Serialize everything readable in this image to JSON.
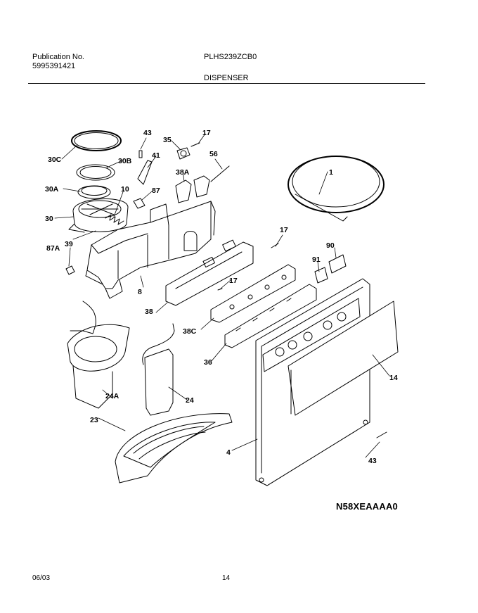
{
  "header": {
    "publication_label": "Publication No.",
    "publication_number": "5995391421",
    "model": "PLHS239ZCB0",
    "section_title": "DISPENSER"
  },
  "parts": [
    {
      "id": "30C",
      "label": "30C"
    },
    {
      "id": "30B",
      "label": "30B"
    },
    {
      "id": "30A",
      "label": "30A"
    },
    {
      "id": "30",
      "label": "30"
    },
    {
      "id": "43",
      "label": "43"
    },
    {
      "id": "41",
      "label": "41"
    },
    {
      "id": "10",
      "label": "10"
    },
    {
      "id": "87",
      "label": "87"
    },
    {
      "id": "39",
      "label": "39"
    },
    {
      "id": "87A",
      "label": "87A"
    },
    {
      "id": "35",
      "label": "35"
    },
    {
      "id": "17",
      "label": "17"
    },
    {
      "id": "56",
      "label": "56"
    },
    {
      "id": "38A",
      "label": "38A"
    },
    {
      "id": "1",
      "label": "1"
    },
    {
      "id": "17b",
      "label": "17"
    },
    {
      "id": "90",
      "label": "90"
    },
    {
      "id": "91",
      "label": "91"
    },
    {
      "id": "8",
      "label": "8"
    },
    {
      "id": "17c",
      "label": "17"
    },
    {
      "id": "38",
      "label": "38"
    },
    {
      "id": "38C",
      "label": "38C"
    },
    {
      "id": "36",
      "label": "36"
    },
    {
      "id": "14",
      "label": "14"
    },
    {
      "id": "24A",
      "label": "24A"
    },
    {
      "id": "24",
      "label": "24"
    },
    {
      "id": "23",
      "label": "23"
    },
    {
      "id": "4",
      "label": "4"
    },
    {
      "id": "43b",
      "label": "43"
    }
  ],
  "diagram_code": "N58XEAAAA0",
  "footer": {
    "date": "06/03",
    "page": "14"
  }
}
